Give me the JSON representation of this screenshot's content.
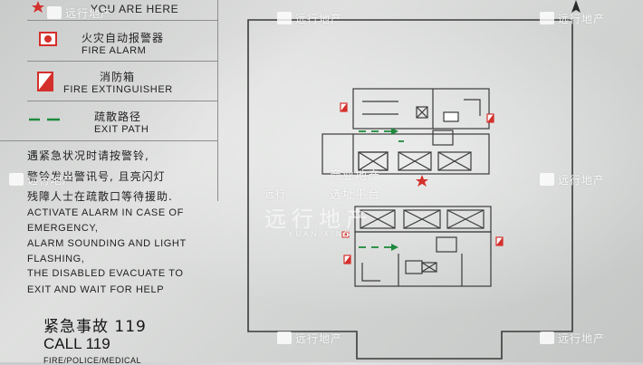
{
  "legend": {
    "you_are_here": "YOU ARE HERE",
    "fire_alarm_zh": "火灾自动报警器",
    "fire_alarm_en": "FIRE ALARM",
    "extinguisher_zh": "消防箱",
    "extinguisher_en": "FIRE EXTINGUISHER",
    "exit_path_zh": "疏散路径",
    "exit_path_en": "EXIT PATH"
  },
  "notice": {
    "zh_line1": "遇紧急状况时请按警铃,",
    "zh_line2": "警铃发出警讯号, 且亮闪灯",
    "zh_line3": "残障人士在疏散口等待援助.",
    "en_line1": "ACTIVATE ALARM IN CASE OF",
    "en_line2": "EMERGENCY,",
    "en_line3": "ALARM SOUNDING AND LIGHT",
    "en_line4": "FLASHING,",
    "en_line5": "THE DISABLED EVACUATE TO",
    "en_line6": "EXIT AND WAIT FOR HELP"
  },
  "emergency": {
    "zh": "紧急事故 119",
    "en": "CALL 119",
    "footer": "FIRE/POLICE/MEDICAL"
  },
  "watermarks": {
    "brand": "远行地产",
    "center_line1": "商业地产",
    "center_line2": "选址平台",
    "center_left": "远行",
    "big_text": "远行地产",
    "big_sub": "YUAN XING"
  },
  "colors": {
    "red": "#d4302c",
    "green": "#1e8a3c",
    "plan_line": "#3a3a3a"
  }
}
